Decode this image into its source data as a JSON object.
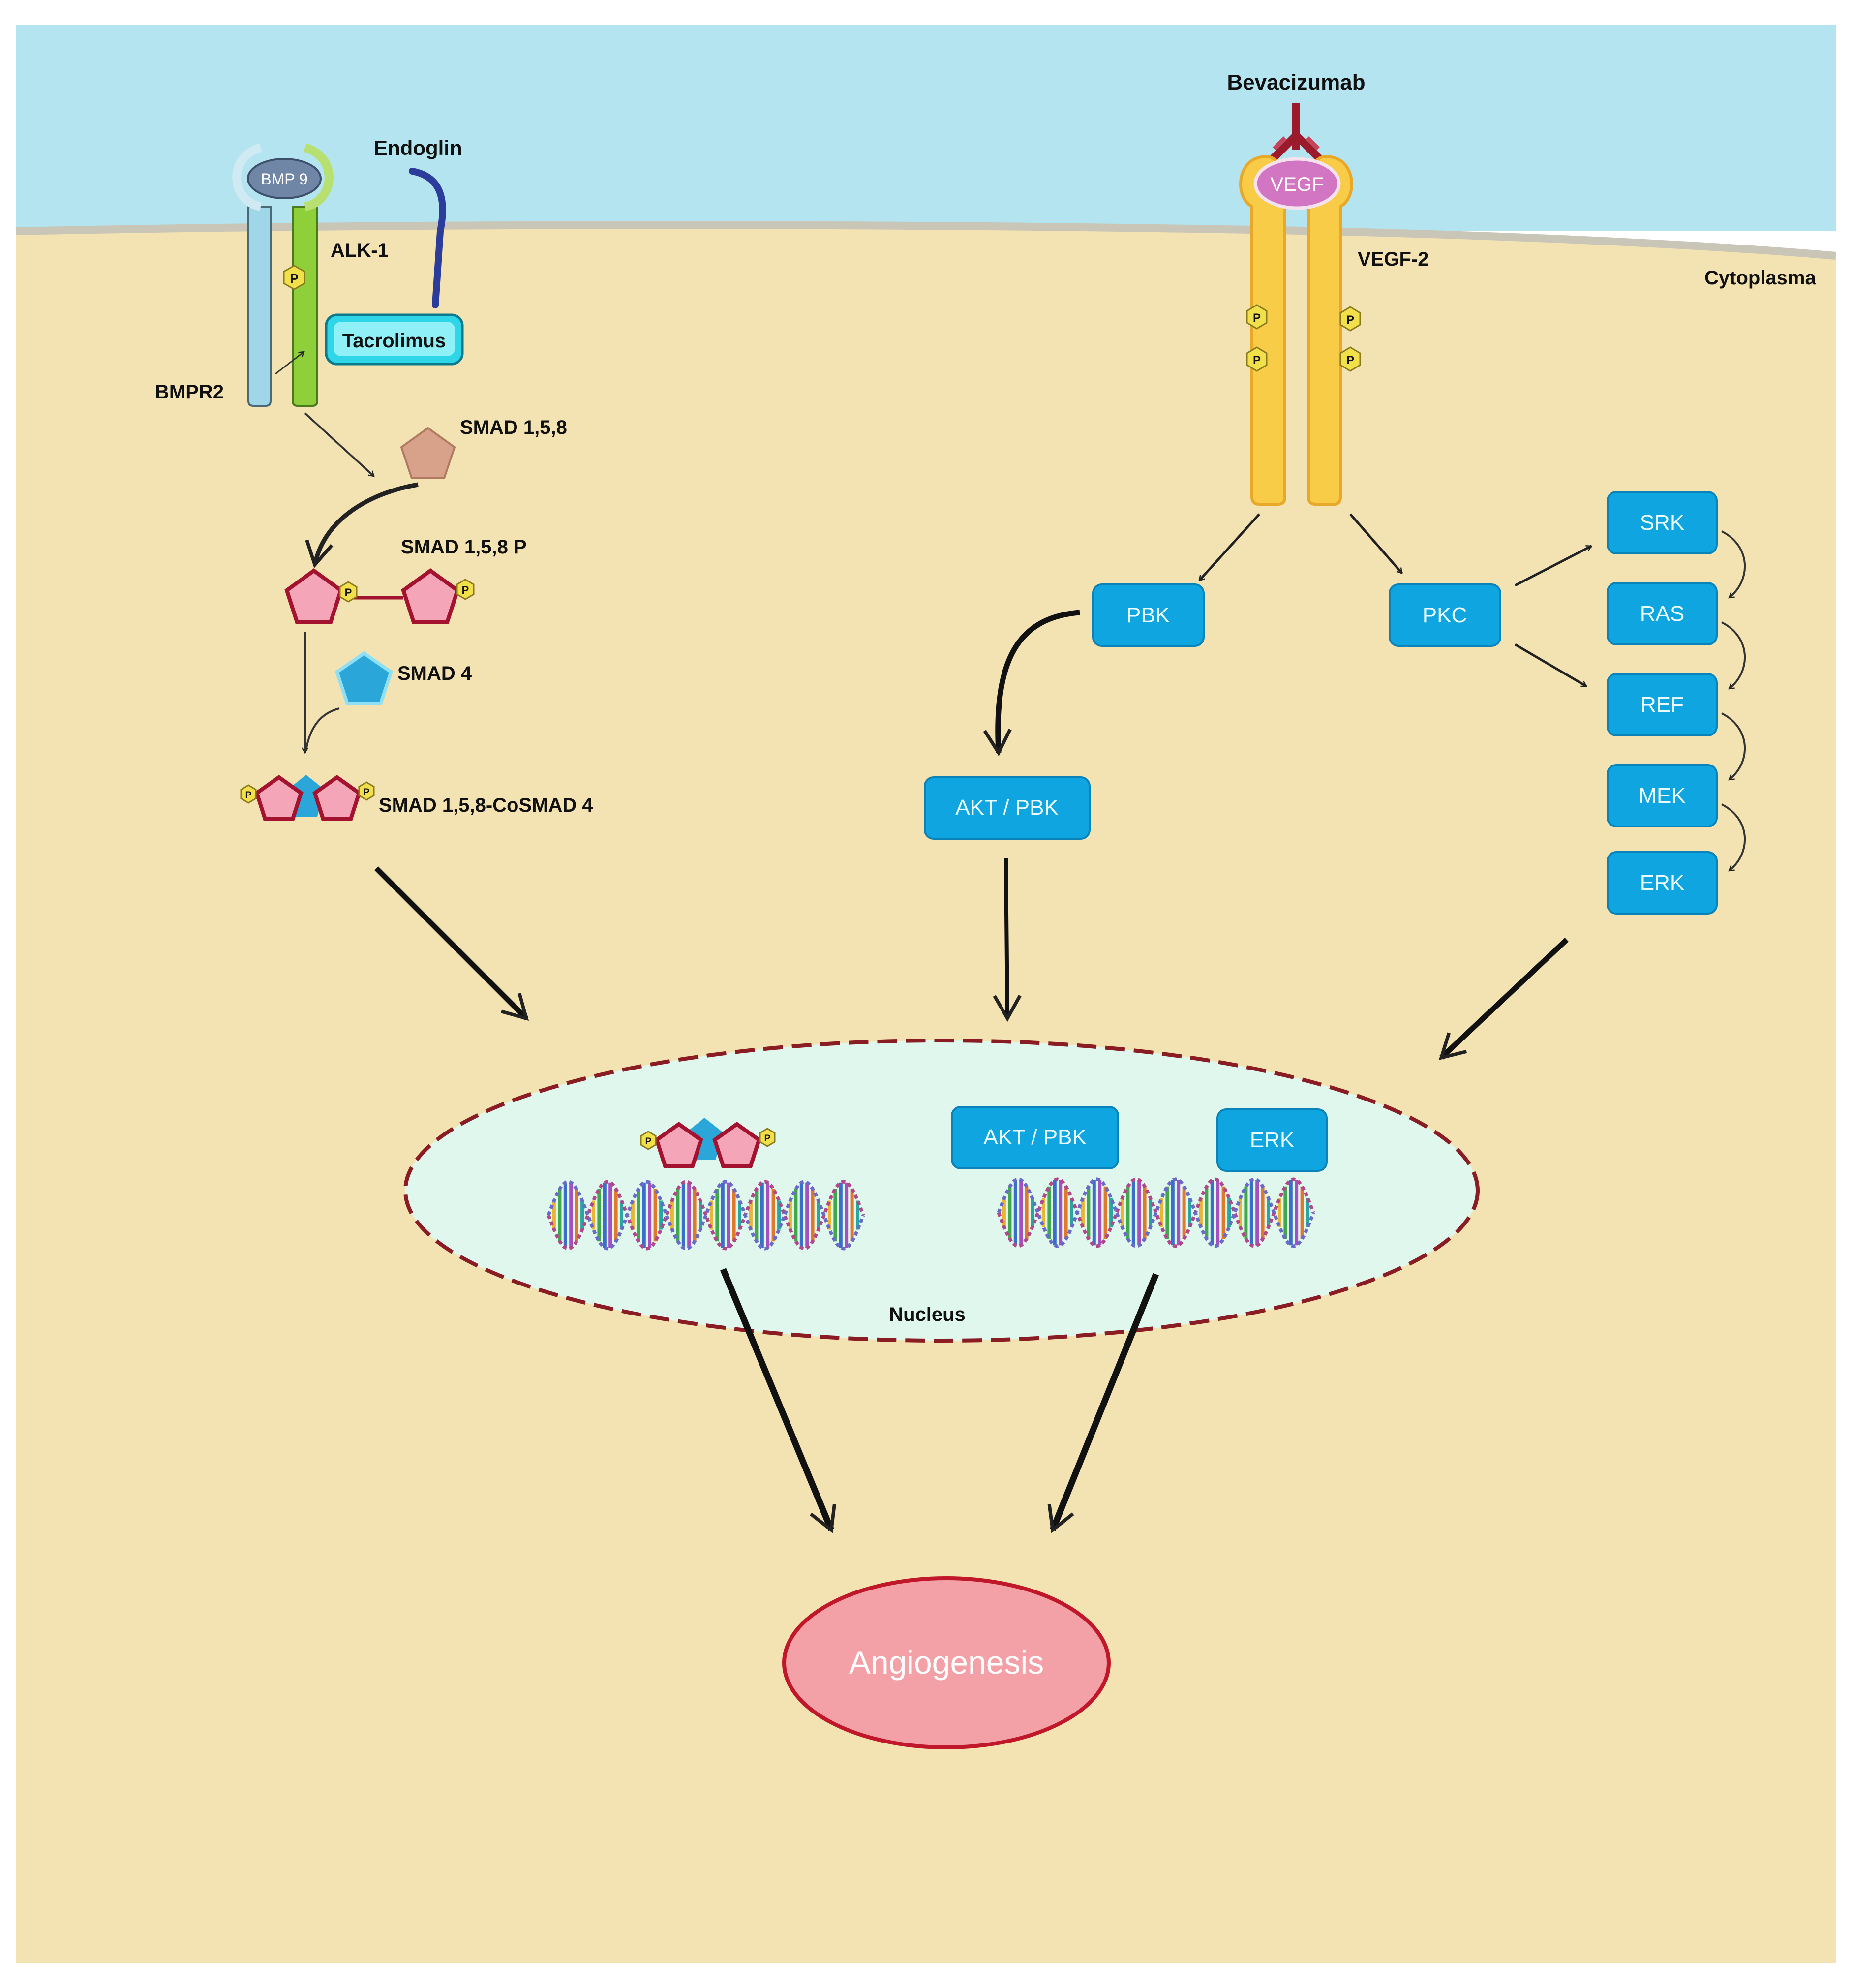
{
  "labels": {
    "bmp9": "BMP 9",
    "endoglin": "Endoglin",
    "alk1": "ALK-1",
    "tacrolimus": "Tacrolimus",
    "bmpr2": "BMPR2",
    "smad158": "SMAD 1,5,8",
    "smad158p": "SMAD 1,5,8 P",
    "smad4": "SMAD 4",
    "complex": "SMAD 1,5,8-CoSMAD 4",
    "bevacizumab": "Bevacizumab",
    "vegf": "VEGF",
    "vegf2": "VEGF-2",
    "cytoplasma": "Cytoplasma",
    "pbk": "PBK",
    "pkc": "PKC",
    "srk": "SRK",
    "ras": "RAS",
    "ref": "REF",
    "mek": "MEK",
    "erk": "ERK",
    "aktpbk": "AKT / PBK",
    "nucleus": "Nucleus",
    "nuc_aktpbk": "AKT / PBK",
    "nuc_erk": "ERK",
    "angiogenesis": "Angiogenesis",
    "p": "P"
  },
  "colors": {
    "extracellular": "#b4e4ef",
    "cytoplasm": "#f3e2b2",
    "membrane": "#c9c5b7",
    "nucleus": "#e0f7ee",
    "nucleus_border": "#8a1c24",
    "box": "#0fa5e0",
    "box_text": "#e9fbff",
    "angiogenesis": "#f4a0a7",
    "angiogenesis_border": "#c0182a",
    "pentagon_pink": "#f5a5b8",
    "pentagon_border": "#a3122e",
    "smad_plain": "#d8a28a",
    "smad4": "#2aa6d8",
    "phospho": "#f2e04a",
    "vegf_receptor": "#f8cc46",
    "vegf_ligand": "#d276c4",
    "antibody": "#9b1b2c",
    "bmpr2": "#9fd6e8",
    "alk1": "#8fd03a",
    "endoglin": "#2c3c9a",
    "tacrolimus": "#2fd6e8"
  }
}
